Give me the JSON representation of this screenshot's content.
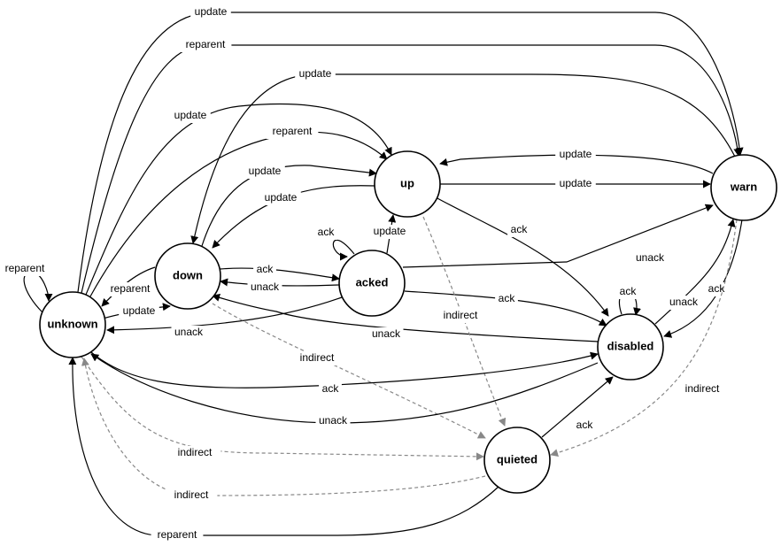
{
  "states": {
    "unknown": "unknown",
    "down": "down",
    "acked": "acked",
    "up": "up",
    "warn": "warn",
    "disabled": "disabled",
    "quieted": "quieted"
  },
  "transitions": [
    {
      "from": "unknown",
      "to": "warn",
      "label": "update",
      "style": "solid"
    },
    {
      "from": "unknown",
      "to": "warn",
      "label": "reparent",
      "style": "solid"
    },
    {
      "from": "warn",
      "to": "down",
      "label": "update",
      "style": "solid"
    },
    {
      "from": "unknown",
      "to": "up",
      "label": "update",
      "style": "solid"
    },
    {
      "from": "unknown",
      "to": "up",
      "label": "reparent",
      "style": "solid"
    },
    {
      "from": "down",
      "to": "up",
      "label": "update",
      "style": "solid"
    },
    {
      "from": "up",
      "to": "down",
      "label": "update",
      "style": "solid"
    },
    {
      "from": "warn",
      "to": "up",
      "label": "update",
      "style": "solid"
    },
    {
      "from": "up",
      "to": "warn",
      "label": "update",
      "style": "solid"
    },
    {
      "from": "up",
      "to": "disabled",
      "label": "ack",
      "style": "solid"
    },
    {
      "from": "acked",
      "to": "acked",
      "label": "ack",
      "style": "solid"
    },
    {
      "from": "acked",
      "to": "up",
      "label": "update",
      "style": "solid"
    },
    {
      "from": "down",
      "to": "acked",
      "label": "ack",
      "style": "solid"
    },
    {
      "from": "acked",
      "to": "down",
      "label": "unack",
      "style": "solid"
    },
    {
      "from": "acked",
      "to": "warn",
      "label": "unack",
      "style": "solid"
    },
    {
      "from": "acked",
      "to": "disabled",
      "label": "ack",
      "style": "solid"
    },
    {
      "from": "down",
      "to": "unknown",
      "label": "reparent",
      "style": "solid"
    },
    {
      "from": "unknown",
      "to": "down",
      "label": "update",
      "style": "solid"
    },
    {
      "from": "unknown",
      "to": "unknown",
      "label": "reparent",
      "style": "solid"
    },
    {
      "from": "acked",
      "to": "unknown",
      "label": "unack",
      "style": "solid"
    },
    {
      "from": "disabled",
      "to": "down",
      "label": "unack",
      "style": "solid"
    },
    {
      "from": "up",
      "to": "quieted",
      "label": "indirect",
      "style": "dashed"
    },
    {
      "from": "down",
      "to": "quieted",
      "label": "indirect",
      "style": "dashed"
    },
    {
      "from": "unknown",
      "to": "disabled",
      "label": "ack",
      "style": "solid"
    },
    {
      "from": "disabled",
      "to": "unknown",
      "label": "unack",
      "style": "solid"
    },
    {
      "from": "disabled",
      "to": "disabled",
      "label": "ack",
      "style": "solid"
    },
    {
      "from": "disabled",
      "to": "warn",
      "label": "unack",
      "style": "solid"
    },
    {
      "from": "warn",
      "to": "disabled",
      "label": "ack",
      "style": "solid"
    },
    {
      "from": "warn",
      "to": "quieted",
      "label": "indirect",
      "style": "dashed"
    },
    {
      "from": "quieted",
      "to": "disabled",
      "label": "ack",
      "style": "solid"
    },
    {
      "from": "unknown",
      "to": "quieted",
      "label": "indirect",
      "style": "dashed"
    },
    {
      "from": "quieted",
      "to": "unknown",
      "label": "indirect",
      "style": "dashed"
    },
    {
      "from": "quieted",
      "to": "unknown",
      "label": "reparent",
      "style": "solid"
    }
  ]
}
